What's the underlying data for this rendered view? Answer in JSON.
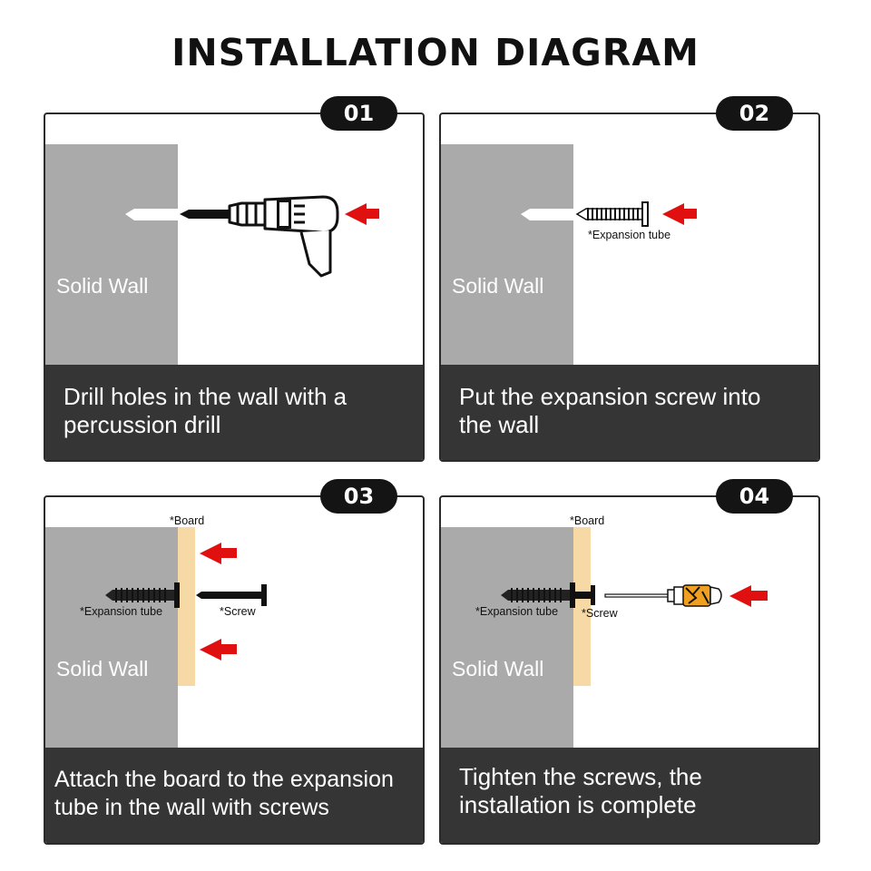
{
  "title": "INSTALLATION DIAGRAM",
  "steps": [
    {
      "number": "01",
      "wall_label": "Solid Wall",
      "caption_line1": "Drill holes in the wall with a",
      "caption_line2": "percussion drill"
    },
    {
      "number": "02",
      "wall_label": "Solid Wall",
      "expansion_label": "*Expansion tube",
      "caption_line1": "Put the expansion screw into",
      "caption_line2": "the wall"
    },
    {
      "number": "03",
      "wall_label": "Solid Wall",
      "board_label": "*Board",
      "expansion_label": "*Expansion tube",
      "screw_label": "*Screw",
      "caption_line1": "Attach the board to the expansion",
      "caption_line2": "tube in the wall with screws"
    },
    {
      "number": "04",
      "wall_label": "Solid Wall",
      "board_label": "*Board",
      "expansion_label": "*Expansion tube",
      "screw_label": "*Screw",
      "caption_line1": "Tighten the screws, the",
      "caption_line2": "installation is complete"
    }
  ],
  "colors": {
    "wall": "#aaaaaa",
    "caption_bg": "#353535",
    "arrow": "#e01010",
    "board": "#f6d9a4",
    "screwdriver_handle": "#f0a020"
  },
  "icons": [
    "drill-icon",
    "expansion-screw-icon",
    "screw-icon",
    "screwdriver-icon",
    "arrow-left-icon"
  ]
}
